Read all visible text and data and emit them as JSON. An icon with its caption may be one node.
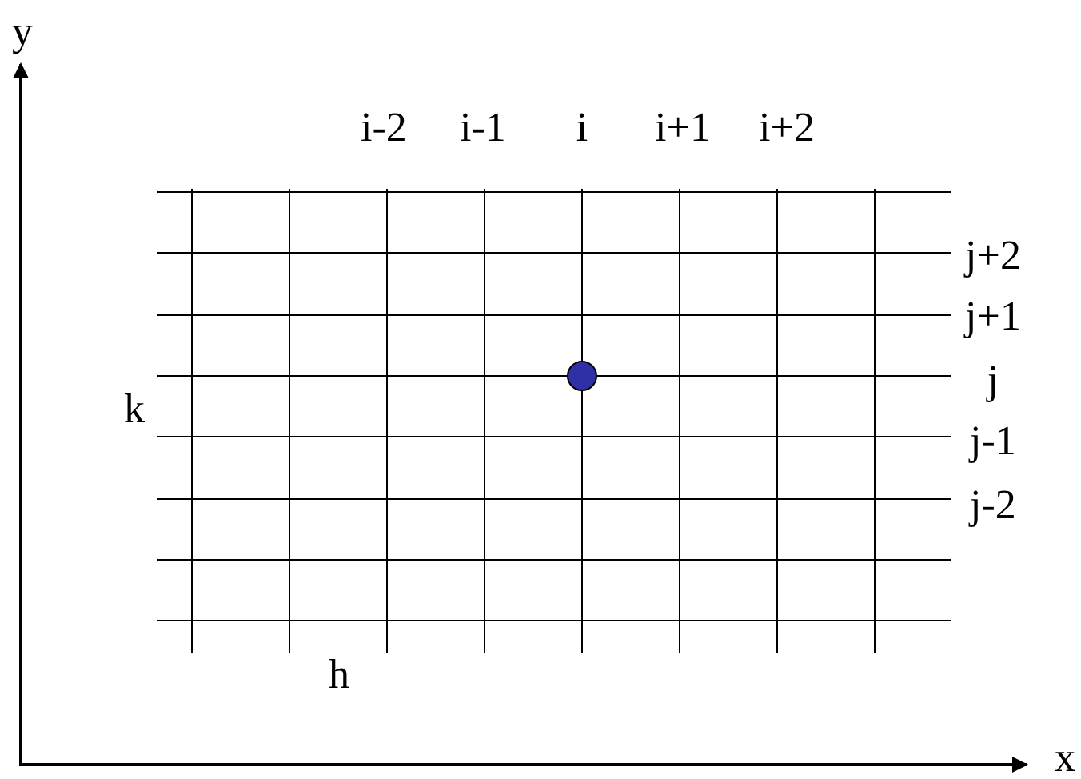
{
  "diagram": {
    "labels": [
      "y",
      "i-2",
      "i-1",
      "i",
      "i+1",
      "i+2",
      "j+2",
      "j+1",
      "j",
      "k",
      "j-1",
      "j-2",
      "h",
      "x"
    ]
  }
}
